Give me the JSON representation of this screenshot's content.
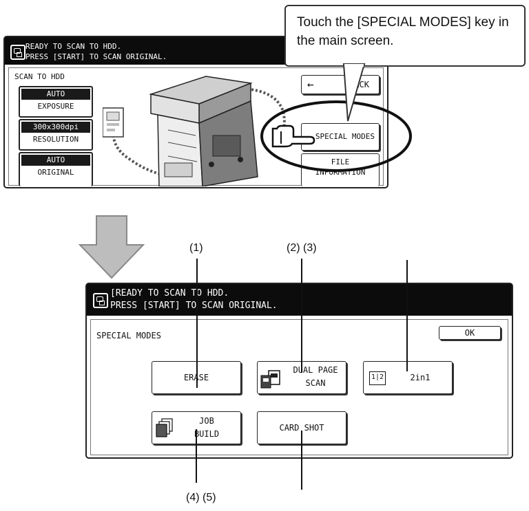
{
  "callout": {
    "text": "Touch the [SPECIAL MODES] key in the main screen."
  },
  "top_screen": {
    "status_line1": "READY TO SCAN TO HDD.",
    "status_line2": "PRESS [START] TO SCAN ORIGINAL.",
    "section_title": "SCAN TO HDD",
    "exposure": {
      "value": "AUTO",
      "label": "EXPOSURE"
    },
    "resolution": {
      "value": "300x300dpi",
      "label": "RESOLUTION"
    },
    "original": {
      "value": "AUTO",
      "label": "ORIGINAL"
    },
    "back_label": "BACK",
    "special_modes_label": "SPECIAL MODES",
    "file_information_line1": "FILE",
    "file_information_line2": "INFORMATION"
  },
  "bottom_screen": {
    "status_line1": "[READY TO SCAN TO HDD.",
    "status_line2": "PRESS [START] TO SCAN ORIGINAL.",
    "section_title": "SPECIAL MODES",
    "ok_label": "OK",
    "erase_label": "ERASE",
    "dual_page_line1": "DUAL PAGE",
    "dual_page_line2": "SCAN",
    "two_in_one_label": "2in1",
    "two_in_one_icon_text": "1|2",
    "job_build_line1": "JOB",
    "job_build_line2": "BUILD",
    "card_shot_label": "CARD SHOT"
  },
  "annotations": {
    "label_1": "(1)",
    "label_2_3": "(2) (3)",
    "label_4_5": "(4) (5)"
  }
}
